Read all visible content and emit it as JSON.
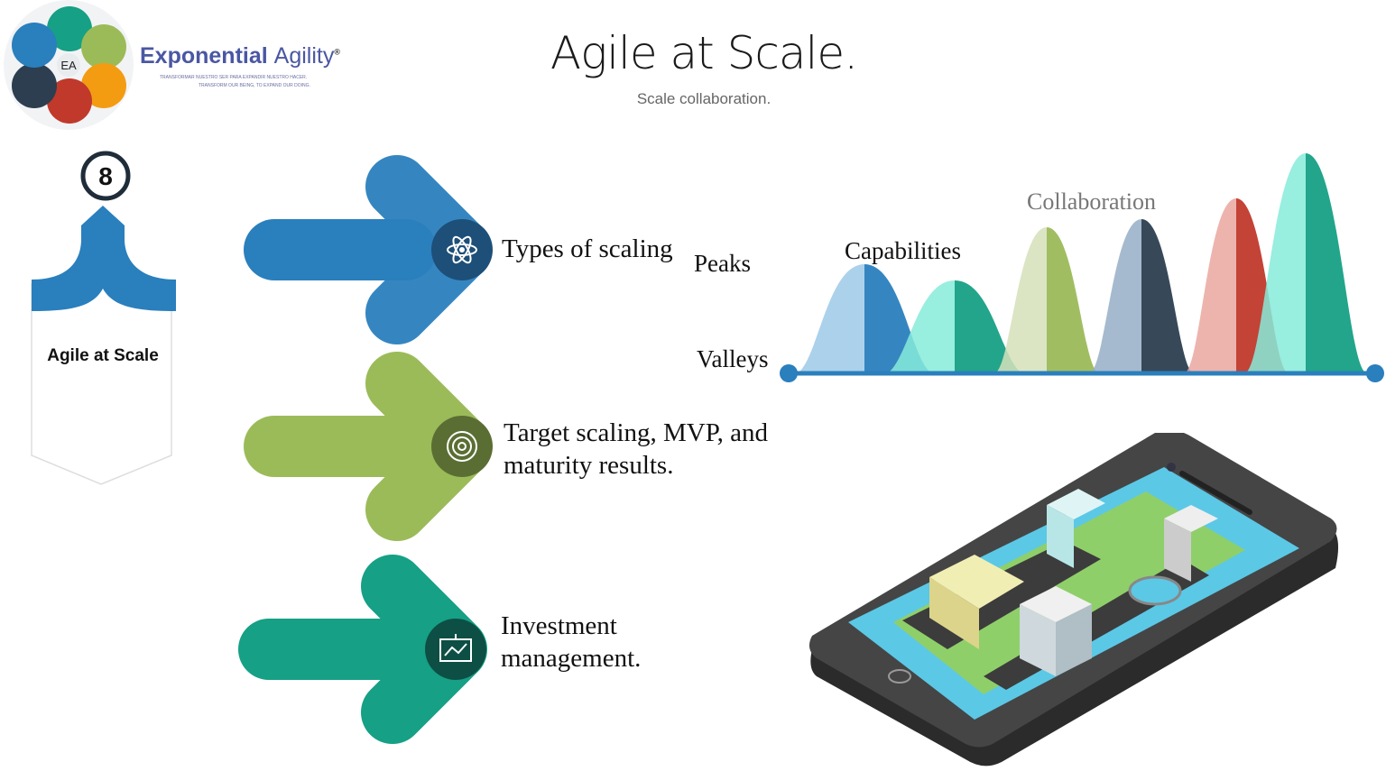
{
  "logo": {
    "monogram": "EA",
    "brand_bold": "Exponential",
    "brand_light": "Agility",
    "registered": "®",
    "tagline_es": "TRANSFORMAR NUESTRO SER PARA EXPANDIR NUESTRO HACER.",
    "tagline_en": "TRANSFORM OUR BEING, TO EXPAND OUR DOING."
  },
  "header": {
    "title": "Agile at Scale.",
    "subtitle": "Scale collaboration."
  },
  "badge": {
    "number": "8",
    "label": "Agile at Scale"
  },
  "items": [
    {
      "label": "Types of scaling",
      "icon": "atom-icon",
      "color": "#2a7fbd"
    },
    {
      "label_line1": "Target scaling, MVP, and",
      "label_line2": "maturity results.",
      "icon": "target-icon",
      "color": "#9bbb59"
    },
    {
      "label_line1": "Investment",
      "label_line2": "management.",
      "icon": "chart-board-icon",
      "color": "#16a085"
    }
  ],
  "peaks_diagram": {
    "peaks_label": "Peaks",
    "valleys_label": "Valleys",
    "capabilities_label": "Capabilities",
    "collaboration_label": "Collaboration",
    "peak_colors": [
      [
        "#9ec9e8",
        "#2a7fbd"
      ],
      [
        "#86ebd9",
        "#16a085"
      ],
      [
        "#d5e1ba",
        "#9bbb59"
      ],
      [
        "#95aec6",
        "#2c3e50"
      ],
      [
        "#eaa7a0",
        "#c0392b"
      ],
      [
        "#86ebd9",
        "#16a085"
      ]
    ],
    "axis_color": "#2a7fbd"
  }
}
